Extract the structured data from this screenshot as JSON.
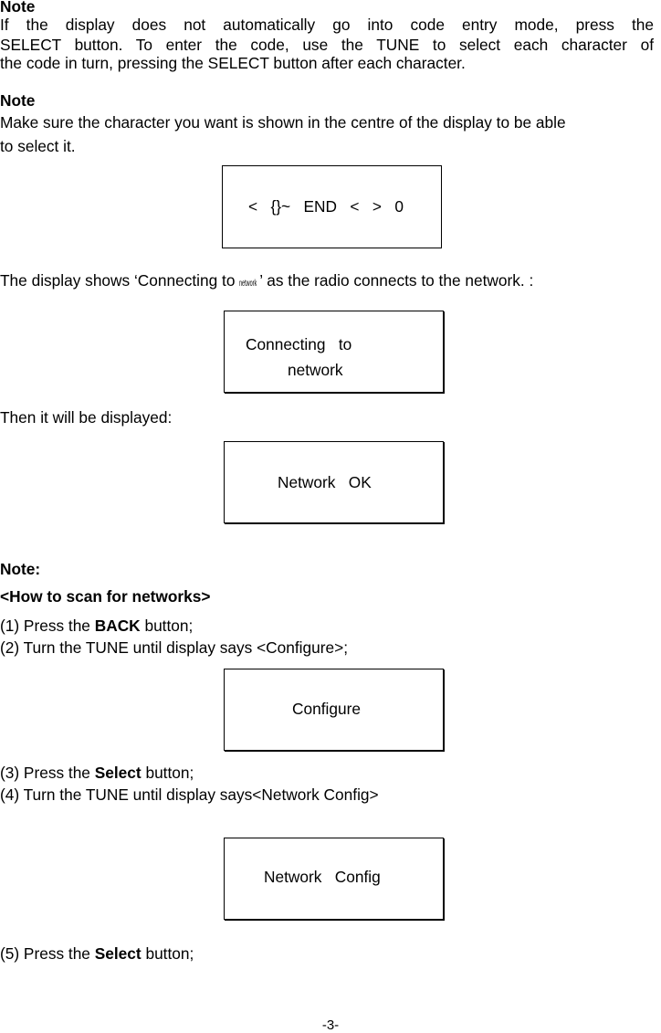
{
  "note1": {
    "heading": "Note",
    "line1": "If the display does not automatically go into code entry mode, press the",
    "line2": "SELECT button. To enter the code, use the TUNE to select each character of",
    "line3": "the code in turn, pressing the SELECT button after each character."
  },
  "note2": {
    "heading": "Note",
    "line1": "Make sure the character you want is shown in the centre of the display to be able",
    "line2": "to select it."
  },
  "display_code": "<   {}~   END   <   >   0",
  "connecting_text": {
    "before": "The display shows ‘Connecting to ",
    "small": "network",
    "after": "’ as the radio connects to the network. :"
  },
  "display_connecting": {
    "line1": "Connecting   to",
    "line2": "network"
  },
  "then_text": "Then it will be displayed:",
  "display_network_ok": "Network   OK",
  "note3": {
    "heading": "Note:",
    "subheading": "<How to scan for networks>",
    "step1_pre": "(1) Press the ",
    "step1_bold": "BACK",
    "step1_post": " button;",
    "step2": "(2) Turn the TUNE until display says <Configure>;",
    "step3_pre": "(3) Press the ",
    "step3_bold": "Select",
    "step3_post": " button;",
    "step4": "(4) Turn the TUNE until display says<Network Config>",
    "step5_pre": "(5) Press the ",
    "step5_bold": "Select",
    "step5_post": " button;"
  },
  "display_configure": "Configure",
  "display_network_config": "Network   Config",
  "page_number": "-3-"
}
